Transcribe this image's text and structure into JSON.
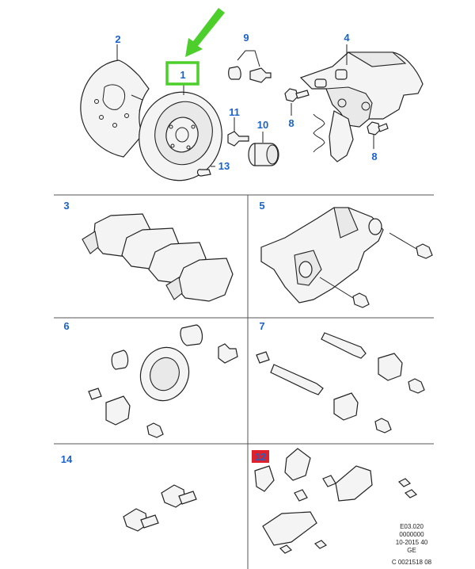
{
  "callouts": {
    "n1": "1",
    "n2": "2",
    "n3": "3",
    "n4": "4",
    "n5": "5",
    "n6": "6",
    "n7": "7",
    "n8a": "8",
    "n8b": "8",
    "n9": "9",
    "n10": "10",
    "n11": "11",
    "n12": "12",
    "n13": "13",
    "n14": "14"
  },
  "footer": {
    "line1": "E03.020",
    "line2": "0000000",
    "line3": "10-2015 40",
    "line4": "GE",
    "line5": "C 0021518 08"
  },
  "colors": {
    "callout_text": "#1a63c9",
    "highlight_green": "#4ccf2a",
    "highlight_red": "#e0202a",
    "grid_lines": "#555555"
  }
}
